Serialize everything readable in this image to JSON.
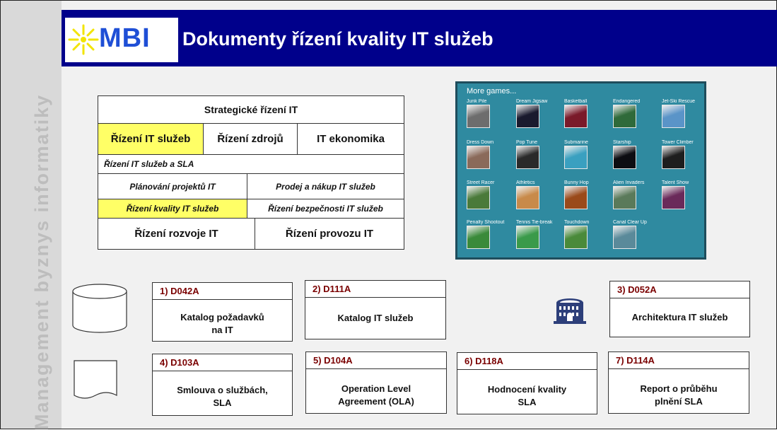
{
  "sidebar": {
    "text": "Management byznys informatiky"
  },
  "header": {
    "logo_text": "MBI",
    "title": "Dokumenty řízení kvality IT služeb"
  },
  "org_chart": {
    "strategic": "Strategické řízení IT",
    "row2": [
      "Řízení IT služeb",
      "Řízení  zdrojů",
      "IT ekonomika"
    ],
    "services_sla": "Řízení IT služeb a SLA",
    "planning": "Plánování projektů IT",
    "sales": "Prodej a nákup IT služeb",
    "quality": "Řízení kvality IT služeb",
    "security": "Řízení bezpečnosti IT služeb",
    "development": "Řízení rozvoje IT",
    "operations": "Řízení provozu IT"
  },
  "games": {
    "title": "More games...",
    "tiles": [
      {
        "label": "Junk Pile",
        "color": "#6d6d6d"
      },
      {
        "label": "Dream Jigsaw",
        "color": "#1a1a2e"
      },
      {
        "label": "Basketball",
        "color": "#7a1a2a"
      },
      {
        "label": "Endangered",
        "color": "#2f6a3a"
      },
      {
        "label": "Jet-Ski Rescue",
        "color": "#5a94c8"
      },
      {
        "label": "Dress Down",
        "color": "#8a6a5a"
      },
      {
        "label": "Pop Tune",
        "color": "#2a2a2a"
      },
      {
        "label": "Submarine",
        "color": "#3aa0c0"
      },
      {
        "label": "Starship",
        "color": "#0d0d12"
      },
      {
        "label": "Tower Climber",
        "color": "#1e1e1e"
      },
      {
        "label": "Street Racer",
        "color": "#4a7a3a"
      },
      {
        "label": "Athletics",
        "color": "#c88a4a"
      },
      {
        "label": "Bunny Hop",
        "color": "#9a4a1a"
      },
      {
        "label": "Alien Invaders",
        "color": "#5a7a5a"
      },
      {
        "label": "Talent Show",
        "color": "#6a2a5a"
      },
      {
        "label": "Penalty Shootout",
        "color": "#3a8a3a"
      },
      {
        "label": "Tennis Tie-break",
        "color": "#3a9a4a"
      },
      {
        "label": "Touchdown",
        "color": "#4a8a3a"
      },
      {
        "label": "Canal Clear Up",
        "color": "#5a8a9a"
      }
    ]
  },
  "documents": [
    {
      "code": "1) D042A",
      "name": "Katalog požadavků na IT"
    },
    {
      "code": "2) D111A",
      "name": "Katalog IT služeb"
    },
    {
      "code": "3) D052A",
      "name": "Architektura IT služeb"
    },
    {
      "code": "4)  D103A",
      "name": "Smlouva o službách, SLA"
    },
    {
      "code": "5) D104A",
      "name": "Operation Level Agreement (OLA)"
    },
    {
      "code": "6) D118A",
      "name": "Hodnocení kvality SLA"
    },
    {
      "code": "7) D114A",
      "name": "Report o průběhu plnění SLA"
    }
  ],
  "icons": {
    "logo": "sun-icon",
    "database": "database-cylinder-icon",
    "document": "document-page-icon",
    "stadium": "stadium-icon"
  },
  "colors": {
    "header": "#00008b",
    "highlight": "#ffff66",
    "doc_code": "#7a0000",
    "logo_text": "#1f4fd6"
  }
}
